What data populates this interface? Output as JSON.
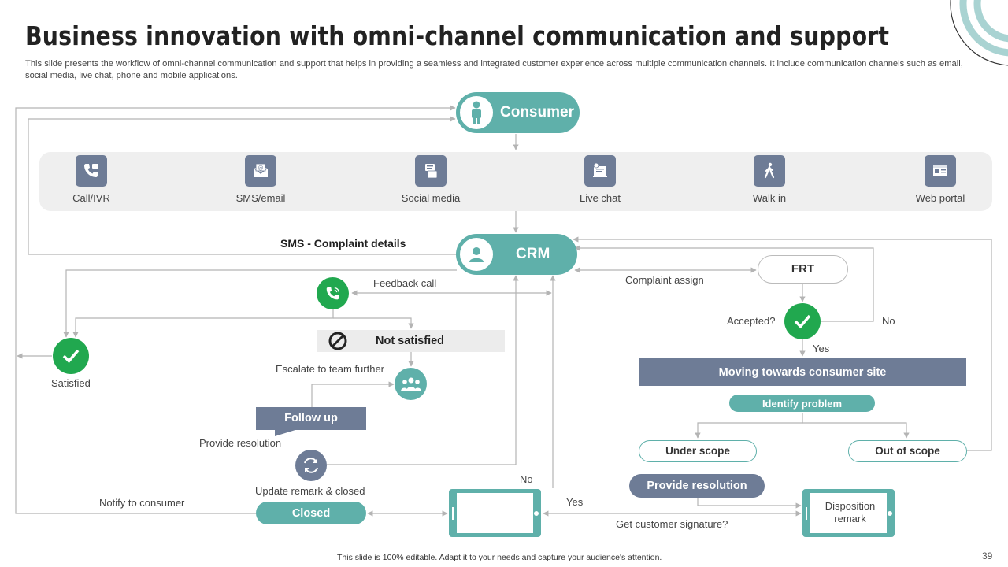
{
  "title": "Business innovation with omni-channel communication and support",
  "subtitle": "This slide presents the workflow of omni-channel communication and support that helps in providing a seamless and integrated customer experience across multiple communication channels. It include communication channels such as email, social media, live chat, phone and mobile applications.",
  "consumer": "Consumer",
  "channels": [
    {
      "label": "Call/IVR",
      "icon": "phone-icon"
    },
    {
      "label": "SMS/email",
      "icon": "email-icon"
    },
    {
      "label": "Social media",
      "icon": "social-media-icon"
    },
    {
      "label": "Live  chat",
      "icon": "live-chat-icon"
    },
    {
      "label": "Walk in",
      "icon": "walking-person-icon"
    },
    {
      "label": "Web portal",
      "icon": "web-portal-icon"
    }
  ],
  "crm": "CRM",
  "sms_complaint": "SMS - Complaint details",
  "feedback_call": "Feedback call",
  "complaint_assign": "Complaint assign",
  "frt": "FRT",
  "accepted": "Accepted?",
  "no_top": "No",
  "yes_top": "Yes",
  "moving": "Moving towards consumer site",
  "identify": "Identify problem",
  "under_scope": "Under scope",
  "out_scope": "Out of scope",
  "provide_resolution_btn": "Provide resolution",
  "disposition": "Disposition remark",
  "not_satisfied": "Not satisfied",
  "satisfied": "Satisfied",
  "escalate": "Escalate to team further",
  "follow_up": "Follow up",
  "provide_resolution_txt": "Provide  resolution",
  "update_remark": "Update remark & closed",
  "notify": "Notify to consumer",
  "closed": "Closed",
  "no_bottom": "No",
  "yes_bottom": "Yes",
  "signature": "Get customer signature?",
  "footer": "This slide is 100% editable. Adapt it to your needs and capture your audience's attention.",
  "page_number": "39",
  "colors": {
    "teal": "#5fb0aa",
    "slate": "#6e7c96",
    "green": "#21a84f",
    "connector": "#b4b4b4"
  }
}
